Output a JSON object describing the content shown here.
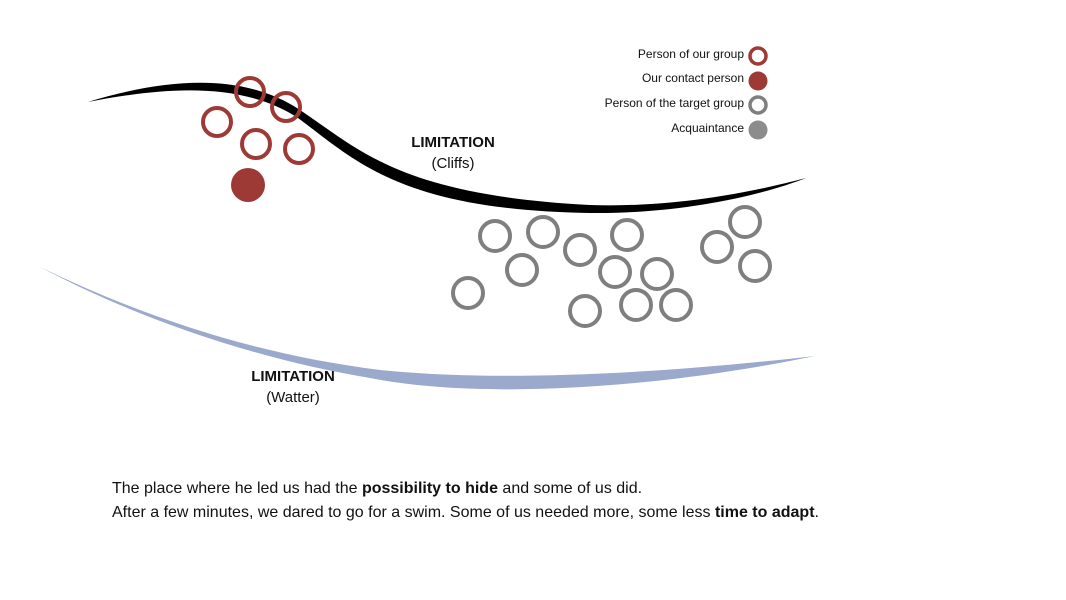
{
  "colors": {
    "our_group": "#9e3a35",
    "target_group": "#7f7f7f",
    "acquaintance": "#8c8c8c",
    "cliff": "#000000",
    "water": "#9aa9cc"
  },
  "legend": [
    {
      "label": "Person of our group",
      "marker": "ring-red"
    },
    {
      "label": "Our contact person",
      "marker": "dot-red"
    },
    {
      "label": "Person of the target group",
      "marker": "ring-gray"
    },
    {
      "label": "Acquaintance",
      "marker": "dot-gray"
    }
  ],
  "cliffs": {
    "title": "LIMITATION",
    "subtitle": "(Cliffs)"
  },
  "water": {
    "title": "LIMITATION",
    "subtitle": "(Watter)"
  },
  "caption": {
    "line1_pre": "The place where he led us had the ",
    "line1_bold": "possibility to hide",
    "line1_post": " and some of us did.",
    "line2_pre": "After a few minutes, we dared to go for a swim. Some of us needed more, some less ",
    "line2_bold": "time to adapt",
    "line2_post": "."
  }
}
